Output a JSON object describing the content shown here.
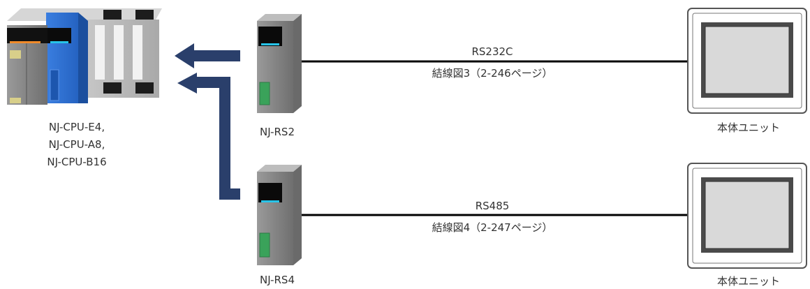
{
  "cpu": {
    "models": [
      "NJ-CPU-E4,",
      "NJ-CPU-A8,",
      "NJ-CPU-B16"
    ]
  },
  "modules": {
    "rs2": "NJ-RS2",
    "rs4": "NJ-RS4"
  },
  "connections": [
    {
      "protocol": "RS232C",
      "wiring": "結線図3（2-246ページ）"
    },
    {
      "protocol": "RS485",
      "wiring": "結線図4（2-247ページ）"
    }
  ],
  "terminals": [
    "本体ユニット",
    "本体ユニット"
  ],
  "colors": {
    "arrow": "#2a3f6b",
    "cpu_blue": "#2f6ed0",
    "led_cyan": "#27c3e8",
    "module_grey": "#8a8a8a",
    "module_green": "#3aa25a",
    "cable": "#000000"
  }
}
